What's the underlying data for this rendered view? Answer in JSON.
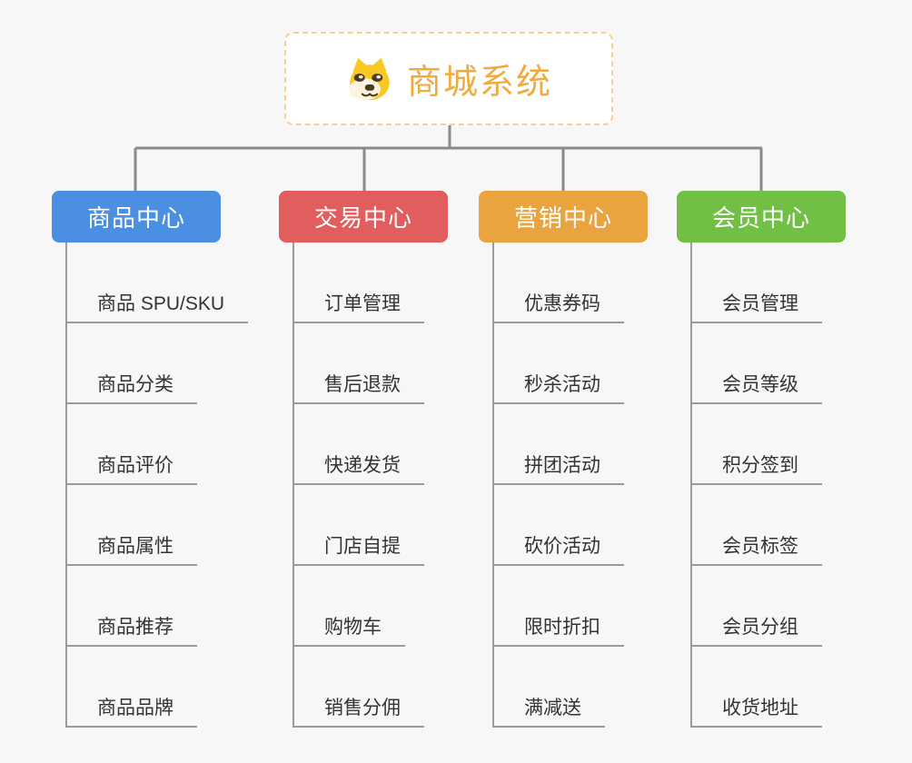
{
  "root": {
    "title": "商城系统",
    "icon": "shiba-dog-icon"
  },
  "branches": [
    {
      "label": "商品中心",
      "color": "#4a8fe2",
      "children": [
        "商品 SPU/SKU",
        "商品分类",
        "商品评价",
        "商品属性",
        "商品推荐",
        "商品品牌"
      ]
    },
    {
      "label": "交易中心",
      "color": "#e25d5d",
      "children": [
        "订单管理",
        "售后退款",
        "快递发货",
        "门店自提",
        "购物车",
        "销售分佣"
      ]
    },
    {
      "label": "营销中心",
      "color": "#e9a43f",
      "children": [
        "优惠券码",
        "秒杀活动",
        "拼团活动",
        "砍价活动",
        "限时折扣",
        "满减送"
      ]
    },
    {
      "label": "会员中心",
      "color": "#72bf45",
      "children": [
        "会员管理",
        "会员等级",
        "积分签到",
        "会员标签",
        "会员分组",
        "收货地址"
      ]
    }
  ],
  "colors": {
    "root_text": "#f0ab3f",
    "root_border": "#f5d095",
    "connector": "#8a8a8a",
    "leaf_line": "#9b9b9b",
    "leaf_text": "#333333",
    "background": "#f7f7f7"
  }
}
